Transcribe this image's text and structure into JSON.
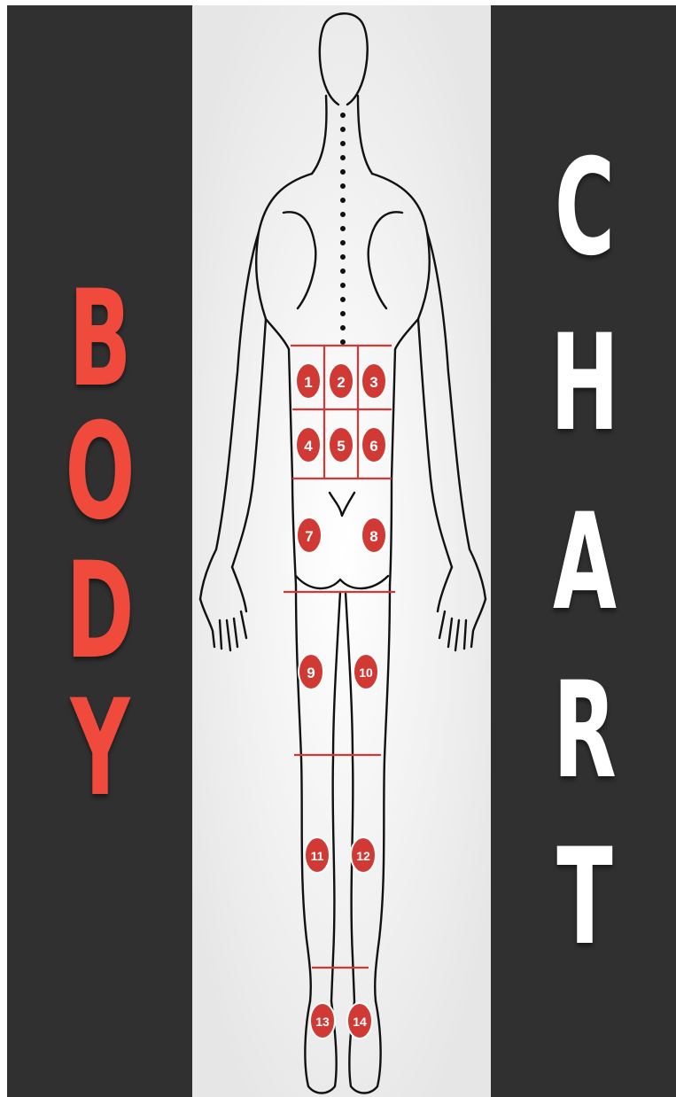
{
  "title_left": {
    "letters": [
      "B",
      "O",
      "D",
      "Y"
    ],
    "color": "#ef4a3b"
  },
  "title_right": {
    "letters": [
      "C",
      "H",
      "A",
      "R",
      "T"
    ],
    "color": "#ffffff"
  },
  "colors": {
    "panel": "#303030",
    "accent": "#d13a34",
    "outline": "#111111",
    "background": "#f4f4f4"
  },
  "zones": {
    "labels": [
      "1",
      "2",
      "3",
      "4",
      "5",
      "6",
      "7",
      "8",
      "9",
      "10",
      "11",
      "12",
      "13",
      "14"
    ]
  }
}
